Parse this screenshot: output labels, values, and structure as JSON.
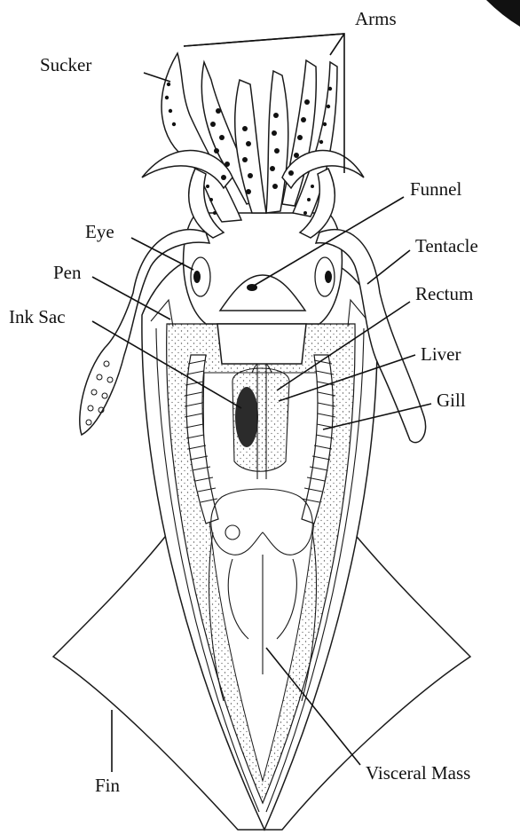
{
  "labels": {
    "arms": "Arms",
    "sucker": "Sucker",
    "funnel": "Funnel",
    "eye": "Eye",
    "tentacle": "Tentacle",
    "pen": "Pen",
    "rectum": "Rectum",
    "ink_sac": "Ink Sac",
    "liver": "Liver",
    "gill": "Gill",
    "fin": "Fin",
    "visceral_mass": "Visceral Mass"
  },
  "colors": {
    "ink": "#111111",
    "background": "#ffffff",
    "stipple": "#555555"
  }
}
